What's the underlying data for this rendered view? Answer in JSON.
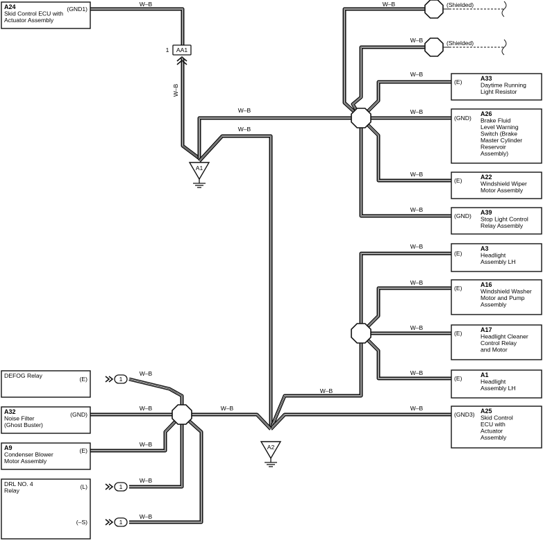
{
  "wire_color": "W–B",
  "shielded": "(Shielded)",
  "connector_aa1": {
    "pin": "1",
    "label": "AA1"
  },
  "grounds": {
    "a1": "A1",
    "a2": "A2"
  },
  "inline_connector_pin": "1",
  "left_components": [
    {
      "code": "A24",
      "name_lines": [
        "Skid Control ECU with",
        "Actuator Assembly"
      ],
      "pin": "(GND1)"
    },
    {
      "code": "",
      "name_lines": [
        "DEFOG Relay"
      ],
      "pin": "(E)"
    },
    {
      "code": "A32",
      "name_lines": [
        "Noise Filter",
        "(Ghost Buster)"
      ],
      "pin": "(GND)"
    },
    {
      "code": "A9",
      "name_lines": [
        "Condenser Blower",
        "Motor Assembly"
      ],
      "pin": "(E)"
    },
    {
      "code": "",
      "name_lines": [
        "DRL NO. 4",
        "Relay"
      ],
      "pins": [
        "(L)",
        "(–S)"
      ]
    }
  ],
  "right_components": [
    {
      "code": "A33",
      "name_lines": [
        "Daytime Running",
        "Light Resistor"
      ],
      "pin": "(E)"
    },
    {
      "code": "A26",
      "name_lines": [
        "Brake Fluid",
        "Level Warning",
        "Switch (Brake",
        "Master Cylinder",
        "Reservoir",
        "Assembly)"
      ],
      "pin": "(GND)"
    },
    {
      "code": "A22",
      "name_lines": [
        "Windshield Wiper",
        "Motor Assembly"
      ],
      "pin": "(E)"
    },
    {
      "code": "A39",
      "name_lines": [
        "Stop Light Control",
        "Relay Assembly"
      ],
      "pin": "(GND)"
    },
    {
      "code": "A3",
      "name_lines": [
        "Headlight",
        "Assembly LH"
      ],
      "pin": "(E)"
    },
    {
      "code": "A16",
      "name_lines": [
        "Windshield Washer",
        "Motor and Pump",
        "Assembly"
      ],
      "pin": "(E)"
    },
    {
      "code": "A17",
      "name_lines": [
        "Headlight Cleaner",
        "Control Relay",
        "and Motor"
      ],
      "pin": "(E)"
    },
    {
      "code": "A1",
      "name_lines": [
        "Headlight",
        "Assembly LH"
      ],
      "pin": "(E)"
    },
    {
      "code": "A25",
      "name_lines": [
        "Skid Control",
        "ECU with",
        "Actuator",
        "Assembly"
      ],
      "pin": "(GND3)"
    }
  ]
}
